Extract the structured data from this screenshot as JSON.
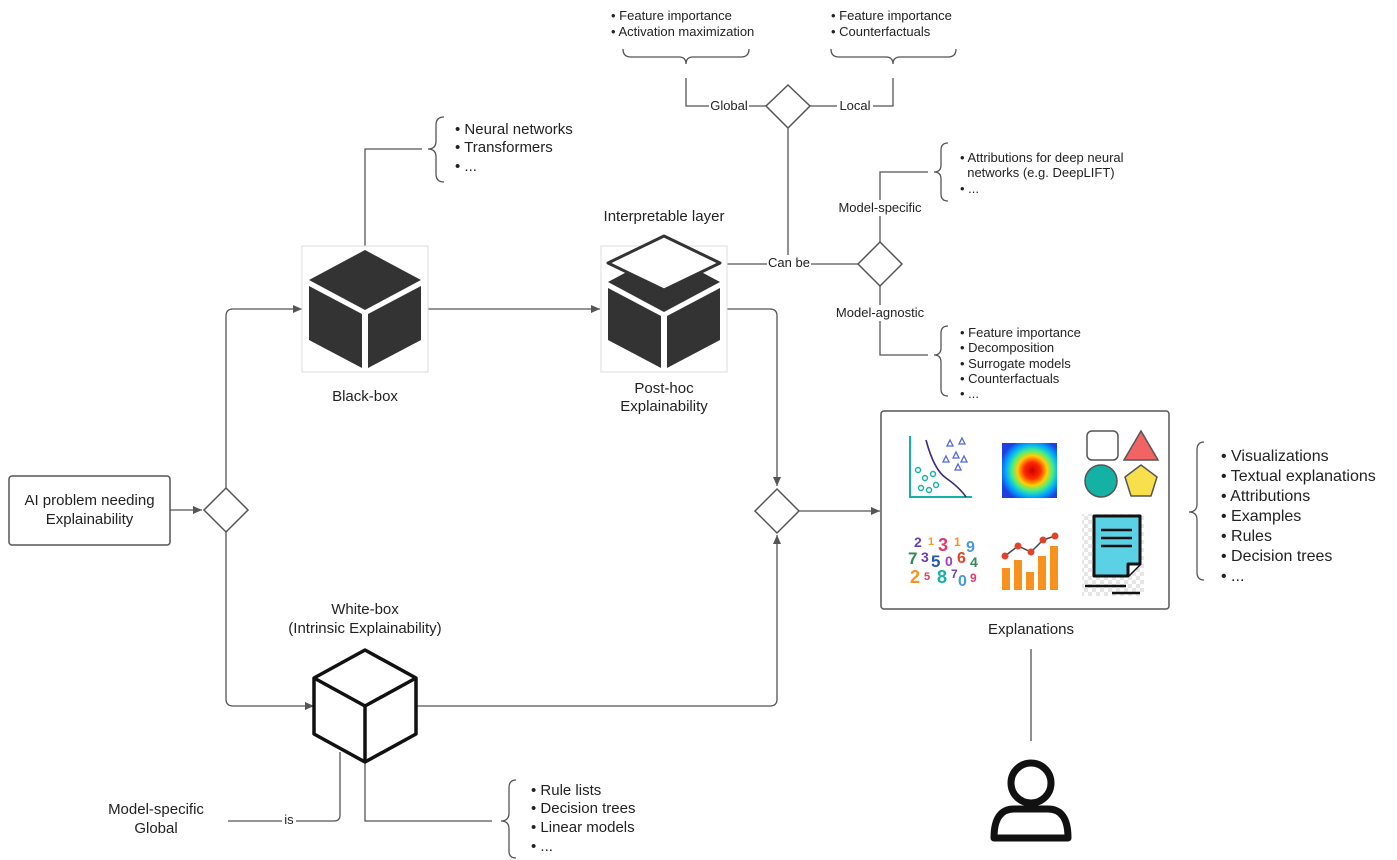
{
  "problem_box": {
    "line1": "AI problem needing",
    "line2": "Explainability"
  },
  "black_box": {
    "label": "Black-box",
    "items": [
      "• Neural networks",
      "• Transformers",
      "• ..."
    ]
  },
  "post_hoc": {
    "top_label": "Interpretable layer",
    "label_line1": "Post-hoc",
    "label_line2": "Explainability",
    "can_be": "Can be",
    "scope_global_label": "Global",
    "scope_local_label": "Local",
    "global_items": [
      "• Feature importance",
      "• Activation maximization"
    ],
    "local_items": [
      "• Feature importance",
      "• Counterfactuals"
    ],
    "model_specific_label": "Model-specific",
    "model_specific_items": [
      "• Attributions for deep neural",
      "  networks (e.g. DeepLIFT)",
      "• ..."
    ],
    "model_agnostic_label": "Model-agnostic",
    "model_agnostic_items": [
      "• Feature importance",
      "• Decomposition",
      "• Surrogate models",
      "• Counterfactuals",
      "• ..."
    ]
  },
  "white_box": {
    "label_line1": "White-box",
    "label_line2": "(Intrinsic Explainability)",
    "is_label": "is",
    "property_line1": "Model-specific",
    "property_line2": "Global",
    "items": [
      "• Rule lists",
      "• Decision trees",
      "• Linear models",
      "• ..."
    ]
  },
  "explanations": {
    "label": "Explanations",
    "items": [
      "• Visualizations",
      "• Textual explanations",
      "• Attributions",
      "• Examples",
      "• Rules",
      "• Decision trees",
      "• ..."
    ],
    "digits_text": "3"
  },
  "colors": {
    "cube_fill": "#333333",
    "teal": "#14b1a5",
    "red_triangle": "#f26464",
    "yellow": "#f7e04b",
    "orange": "#f7921e",
    "doc_blue": "#5bd1e6",
    "scatter_blue": "#5566dd"
  },
  "icons": [
    "cube-icon",
    "layered-cube-icon",
    "outline-cube-icon",
    "scatter-plot-icon",
    "heatmap-icon",
    "shapes-icon",
    "digits-icon",
    "bar-line-chart-icon",
    "document-icon",
    "user-icon"
  ]
}
